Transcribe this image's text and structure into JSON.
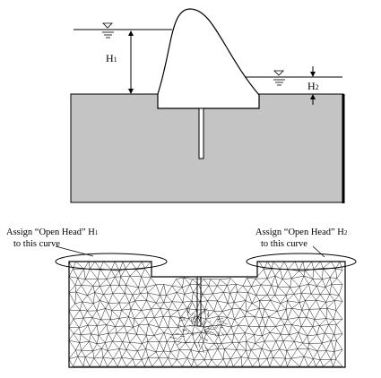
{
  "top_diagram": {
    "upstream_head_label": "H",
    "upstream_head_subscript": "1",
    "downstream_head_label": "H",
    "downstream_head_subscript": "2"
  },
  "mesh_diagram": {
    "left_annotation_line1": "Assign “Open Head” H",
    "left_annotation_subscript": "1",
    "left_annotation_line2": "to this curve",
    "right_annotation_line1": "Assign “Open Head” H",
    "right_annotation_subscript": "2",
    "right_annotation_line2": "to this curve"
  },
  "colors": {
    "soil_fill": "#c4c4c4",
    "line": "#000000",
    "background": "#ffffff"
  }
}
